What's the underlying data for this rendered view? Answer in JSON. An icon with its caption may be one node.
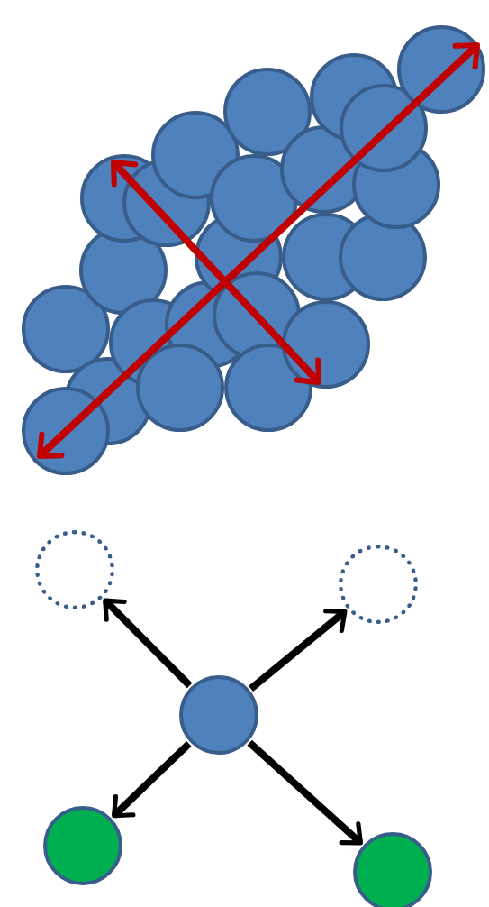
{
  "diagram": {
    "nodes": [
      {
        "text": [],
        "shape": "circle"
      },
      {
        "text": [],
        "shape": "circle"
      },
      {
        "text": [],
        "shape": "circle"
      },
      {
        "text": [],
        "shape": "circle"
      },
      {
        "text": [],
        "shape": "circle"
      }
    ],
    "edges": [
      {
        "from": 2,
        "to": 0,
        "arrow": "to"
      },
      {
        "from": 2,
        "to": 1,
        "arrow": "to"
      },
      {
        "from": 2,
        "to": 3,
        "arrow": "to"
      },
      {
        "from": 2,
        "to": 4,
        "arrow": "to"
      }
    ]
  }
}
